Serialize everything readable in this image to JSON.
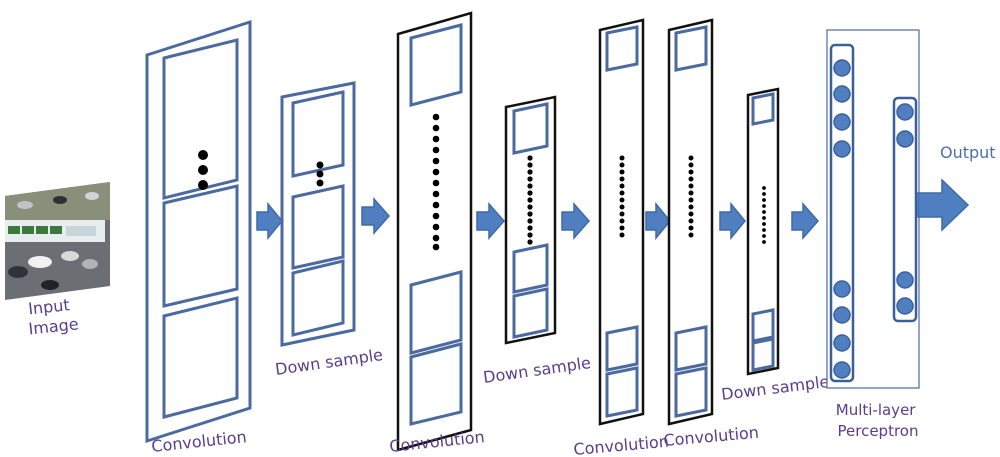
{
  "labels": {
    "input": [
      "Input",
      "Image"
    ],
    "conv1": "Convolution",
    "down1": "Down sample",
    "conv2": "Convolution",
    "down2": "Down sample",
    "conv3": "Convolution",
    "conv4": "Convolution",
    "down3": "Down sample",
    "mlp": [
      "Multi-layer",
      "Perceptron"
    ],
    "output": "Output"
  },
  "colors": {
    "frame_blue": "#4a6aa0",
    "frame_black": "#111111",
    "arrow": "#4f7fc0",
    "neuron": "#4f7fc0",
    "label": "#5a3d8c"
  },
  "icons": [
    "input-image-thumbnail",
    "right-arrow-icon",
    "neuron-circle",
    "output-arrow-icon"
  ]
}
